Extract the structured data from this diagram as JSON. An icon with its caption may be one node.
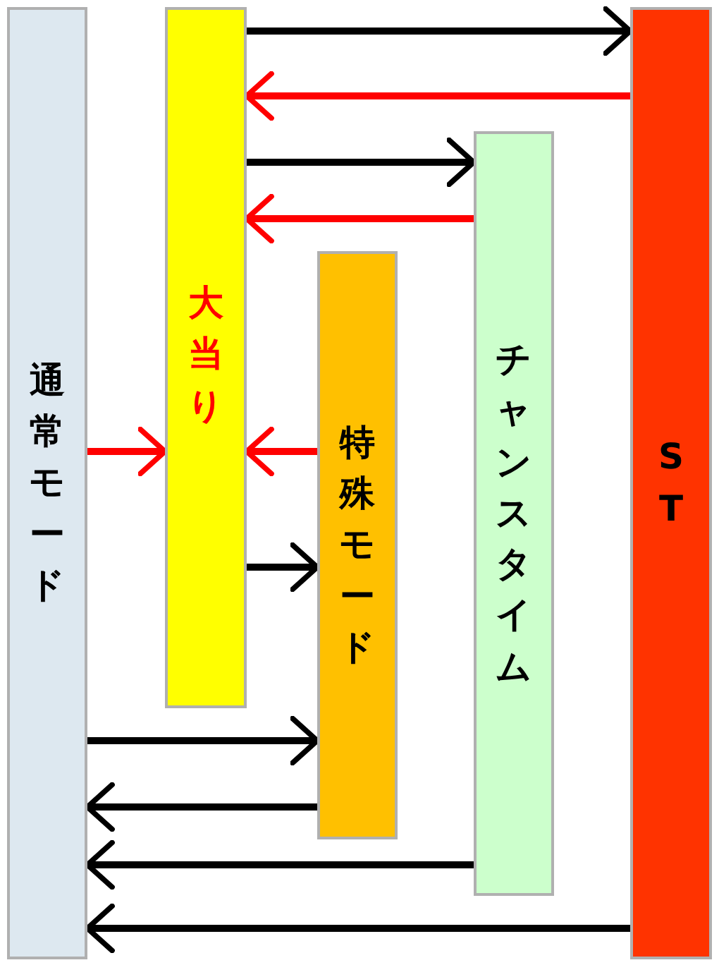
{
  "diagram": {
    "nodes": [
      {
        "text": [
          "通常モード"
        ]
      },
      {
        "text": [
          "大当り"
        ]
      },
      {
        "text": [
          "特殊モード"
        ]
      },
      {
        "text": [
          "チャンスタイム"
        ]
      },
      {
        "text": [
          "ST"
        ]
      }
    ],
    "edges": [
      {
        "from": 1,
        "to": 4,
        "arrow": "to"
      },
      {
        "from": 4,
        "to": 1,
        "arrow": "to",
        "color": "#ff0000"
      },
      {
        "from": 1,
        "to": 3,
        "arrow": "to"
      },
      {
        "from": 3,
        "to": 1,
        "arrow": "to",
        "color": "#ff0000"
      },
      {
        "from": 0,
        "to": 1,
        "arrow": "to",
        "color": "#ff0000"
      },
      {
        "from": 2,
        "to": 1,
        "arrow": "to",
        "color": "#ff0000"
      },
      {
        "from": 1,
        "to": 2,
        "arrow": "to"
      },
      {
        "from": 0,
        "to": 2,
        "arrow": "to"
      },
      {
        "from": 2,
        "to": 0,
        "arrow": "to"
      },
      {
        "from": 3,
        "to": 0,
        "arrow": "to"
      },
      {
        "from": 4,
        "to": 0,
        "arrow": "to"
      }
    ]
  }
}
